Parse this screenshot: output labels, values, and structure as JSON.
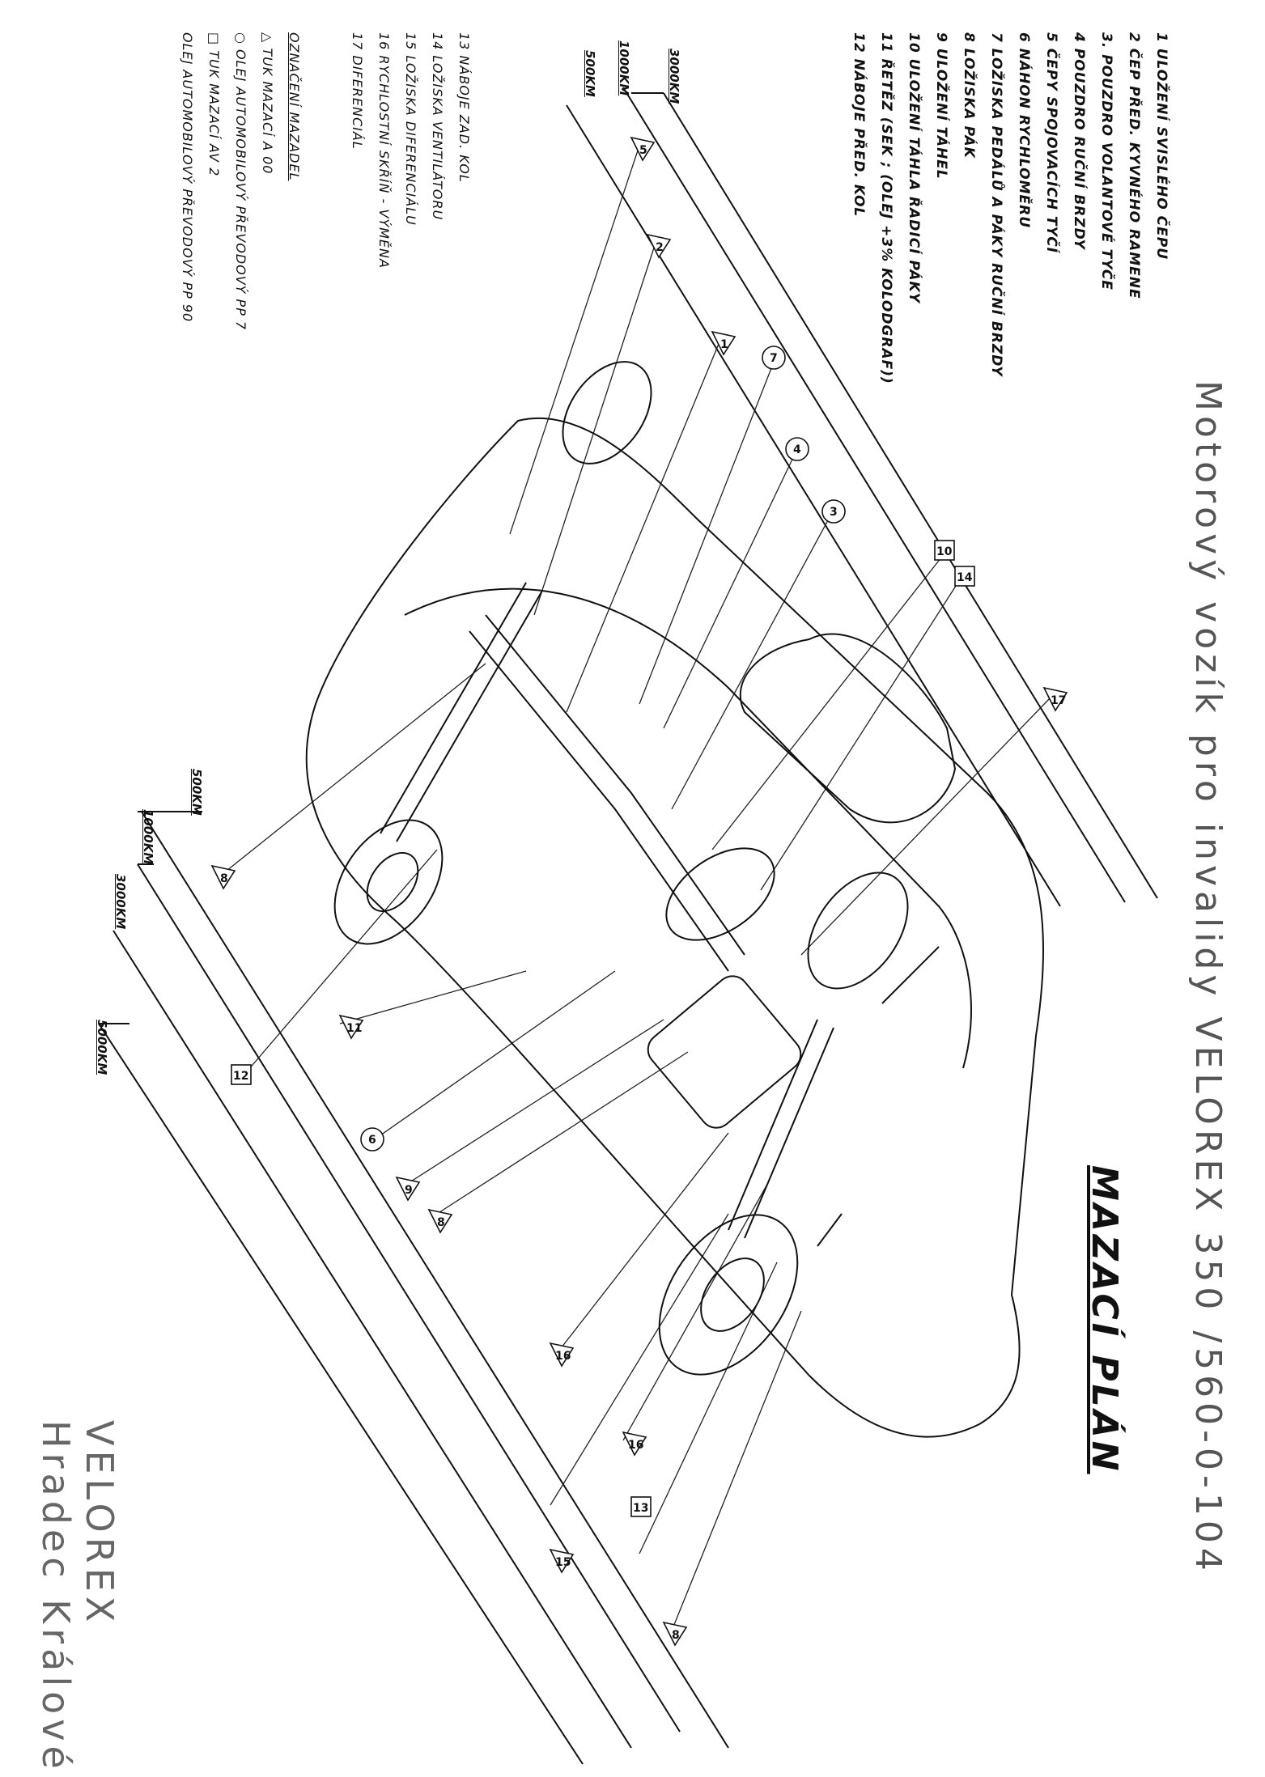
{
  "header": {
    "title_top": "Motorový vozík pro invalidy VELOREX 350 /560-0-104",
    "subtitle": "MAZACÍ PLÁN",
    "stamp_line1": "VELOREX",
    "stamp_line2": "Hradec Králové"
  },
  "legend_items": [
    "1  ULOŽENÍ SVISLÉHO ČEPU",
    "2  ČEP PŘED. KYVNÉHO RAMENE",
    "3.  POUZDRO VOLANTOVÉ TYČE",
    "4  POUZDRO RUČNÍ BRZDY",
    "5  ČEPY SPOJOVACÍCH TYČÍ",
    "6  NÁHON RYCHLOMĚRU",
    "7  LOŽISKA PEDÁLŮ A PÁKY RUČNÍ BRZDY",
    "8  LOŽISKA PÁK",
    "9  ULOŽENÍ TÁHEL",
    "10  ULOŽENÍ TÁHLA ŘADICÍ PÁKY",
    "11  ŘETĚZ (SEK ; (OLEJ +3% KOLODGRAF))",
    "12  NÁBOJE PŘED. KOL"
  ],
  "legend_items_2": [
    "13  NÁBOJE ZAD. KOL",
    "14  LOŽISKA VENTILÁTORU",
    "15  LOŽISKA DIFERENCIÁLU",
    "16  RYCHLOSTNÍ SKŘÍŇ - VÝMĚNA",
    "17  DIFERENCIÁL"
  ],
  "marking_legend": {
    "heading": "OZNAČENÍ MAZADEL",
    "items": [
      "△  TUK MAZACÍ   A 00",
      "○  OLEJ AUTOMOBILOVÝ PŘEVODOVÝ   PP 7",
      "□  TUK MAZACÍ   AV 2",
      "OLEJ AUTOMOBILOVÝ PŘEVODOVÝ   PP 90"
    ]
  },
  "interval_labels_top": [
    "3000KM",
    "1000KM",
    "500KM"
  ],
  "interval_labels_bottom": [
    "500KM",
    "1000KM",
    "3000KM",
    "5000KM"
  ],
  "callouts": [
    {
      "label": "5",
      "shape": "triangle"
    },
    {
      "label": "2",
      "shape": "triangle"
    },
    {
      "label": "1",
      "shape": "triangle"
    },
    {
      "label": "7",
      "shape": "circle"
    },
    {
      "label": "4",
      "shape": "circle"
    },
    {
      "label": "3",
      "shape": "circle"
    },
    {
      "label": "10",
      "shape": "square"
    },
    {
      "label": "14",
      "shape": "square"
    },
    {
      "label": "17",
      "shape": "triangle"
    },
    {
      "label": "8",
      "shape": "triangle"
    },
    {
      "label": "11",
      "shape": "triangle"
    },
    {
      "label": "12",
      "shape": "square"
    },
    {
      "label": "6",
      "shape": "circle"
    },
    {
      "label": "9",
      "shape": "triangle"
    },
    {
      "label": "8",
      "shape": "triangle"
    },
    {
      "label": "16",
      "shape": "triangle"
    },
    {
      "label": "16",
      "shape": "triangle"
    },
    {
      "label": "13",
      "shape": "square"
    },
    {
      "label": "15",
      "shape": "triangle"
    },
    {
      "label": "8",
      "shape": "triangle"
    }
  ]
}
